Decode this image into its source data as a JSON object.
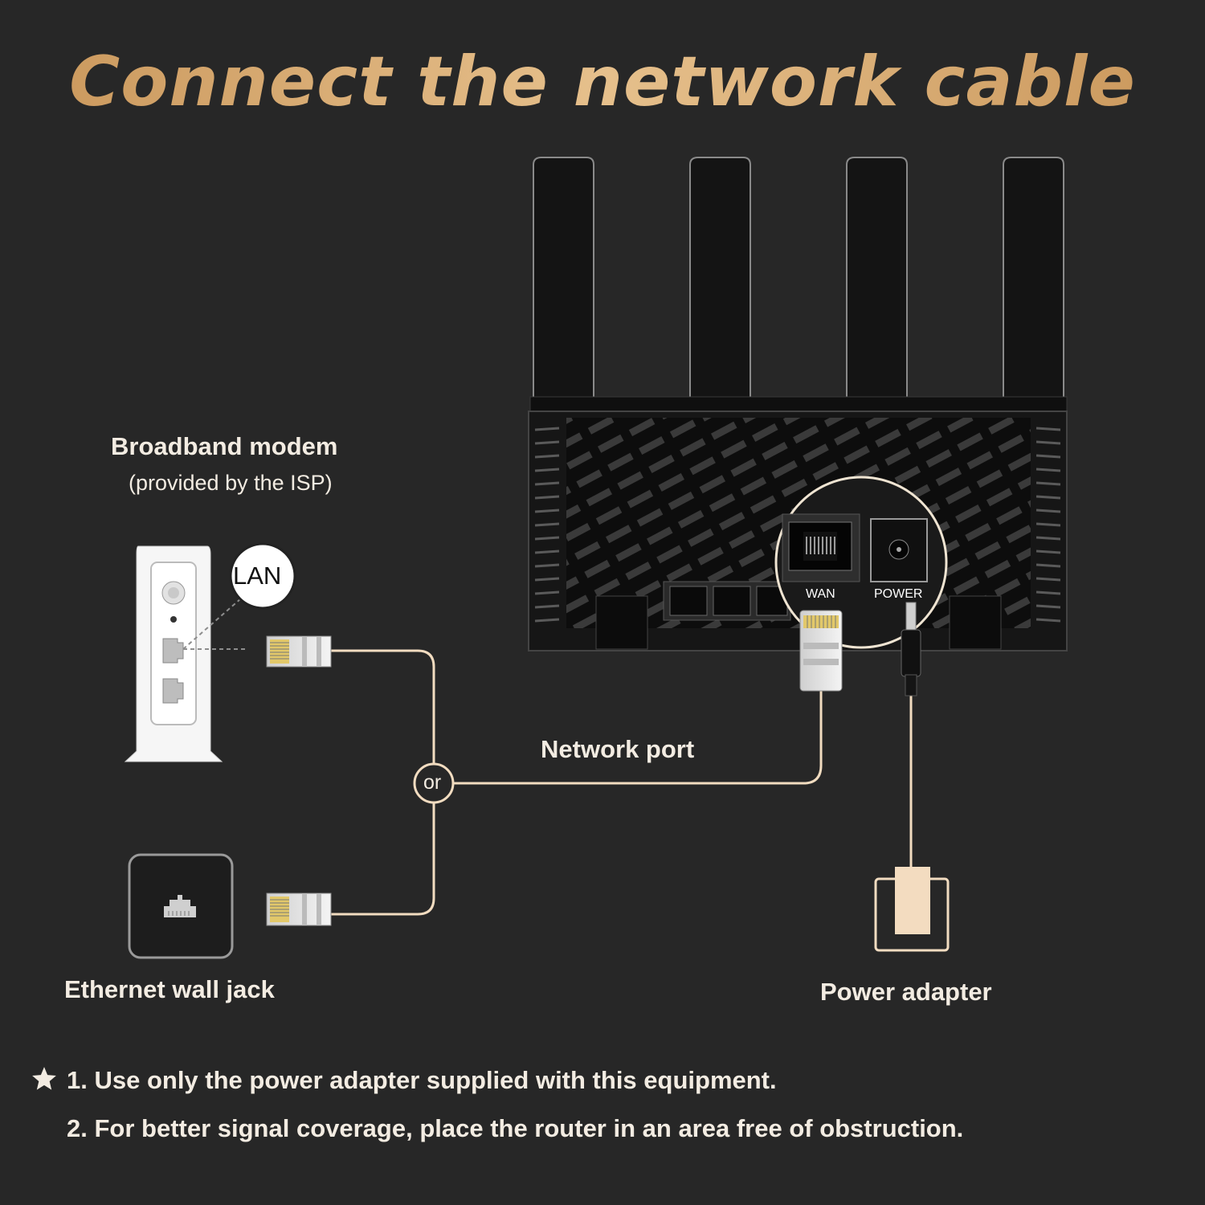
{
  "title": "Connect the network cable",
  "modem": {
    "label": "Broadband modem",
    "sublabel": "(provided by the ISP)",
    "port_callout": "LAN"
  },
  "wall_jack": {
    "label": "Ethernet wall jack"
  },
  "connector": {
    "or_label": "or"
  },
  "network_port": {
    "label": "Network port"
  },
  "router": {
    "wan_label": "WAN",
    "power_label": "POWER"
  },
  "power_adapter": {
    "label": "Power adapter"
  },
  "notes": [
    "1. Use only the power adapter supplied with this equipment.",
    "2. For better signal coverage, place the router in an area free of obstruction."
  ],
  "colors": {
    "background": "#272727",
    "title_gold": "#dcb07a",
    "cable": "#f2dcc0",
    "text": "#f3ece2"
  }
}
